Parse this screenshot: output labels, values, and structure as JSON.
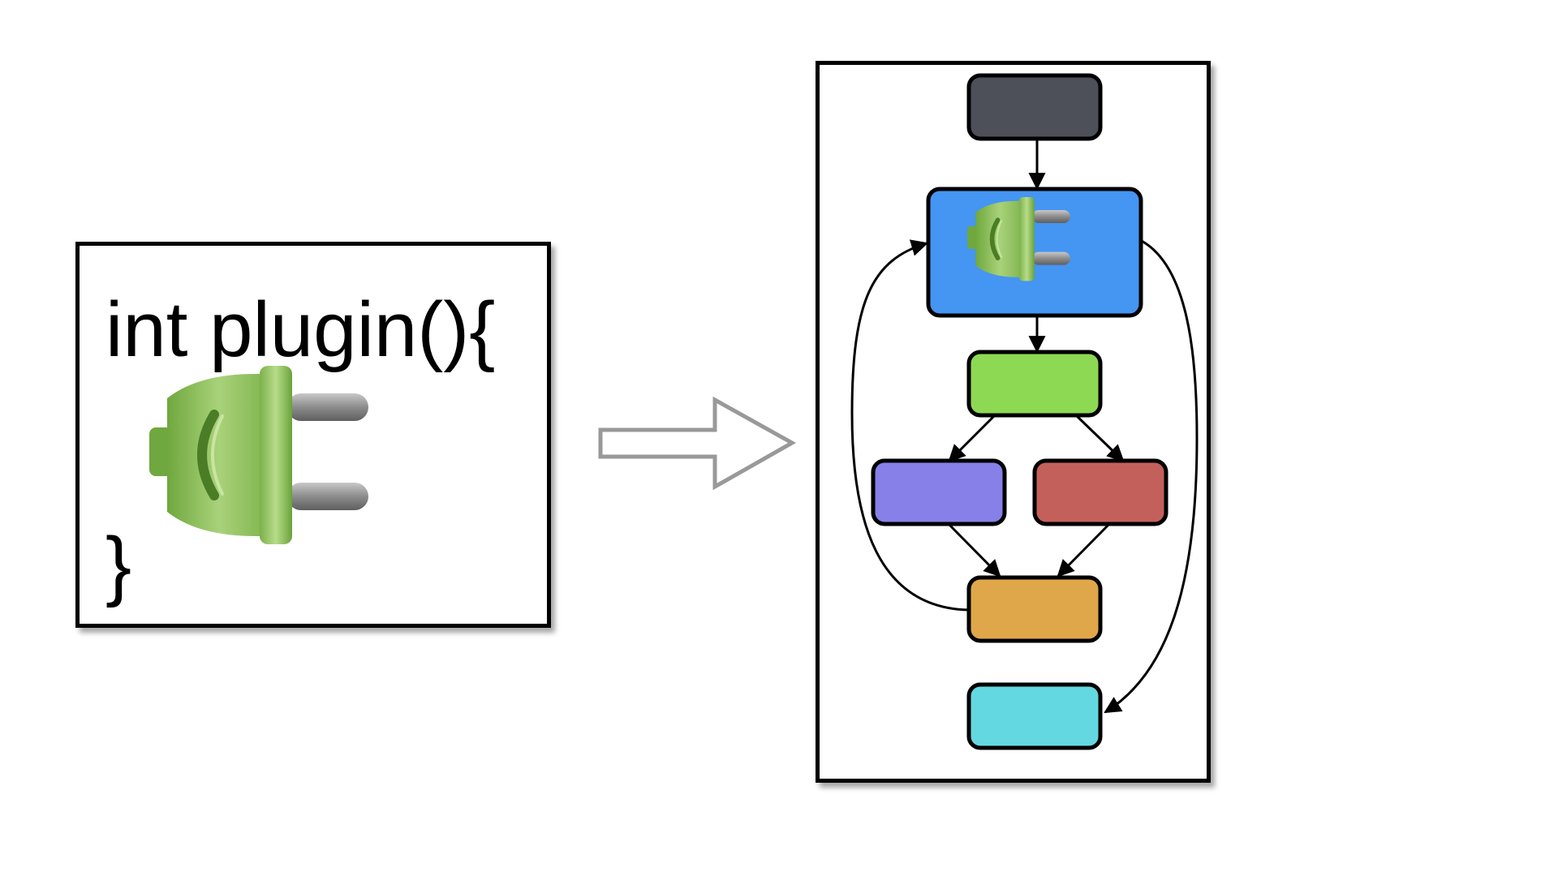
{
  "code": {
    "open_line": "int plugin(){",
    "close_line": "}"
  },
  "flow": {
    "nodes": [
      {
        "id": "n1",
        "fill": "#4d5058",
        "icon": "plug-icon-none"
      },
      {
        "id": "n2",
        "fill": "#4595f2",
        "icon": "plug-icon"
      },
      {
        "id": "n3",
        "fill": "#8ed954"
      },
      {
        "id": "n4",
        "fill": "#8780e8"
      },
      {
        "id": "n5",
        "fill": "#c4605b"
      },
      {
        "id": "n6",
        "fill": "#dfa74a"
      },
      {
        "id": "n7",
        "fill": "#64d8e0"
      }
    ],
    "edges": [
      [
        "n1",
        "n2"
      ],
      [
        "n2",
        "n3"
      ],
      [
        "n3",
        "n4"
      ],
      [
        "n3",
        "n5"
      ],
      [
        "n4",
        "n6"
      ],
      [
        "n5",
        "n6"
      ],
      [
        "n6",
        "n2"
      ],
      [
        "n2",
        "n7"
      ]
    ]
  },
  "colors": {
    "plug_green": "#8dbf5a",
    "plug_dark_green": "#5f9a34",
    "prong_gray": "#8a8a8a",
    "transform_arrow": "#999999"
  }
}
